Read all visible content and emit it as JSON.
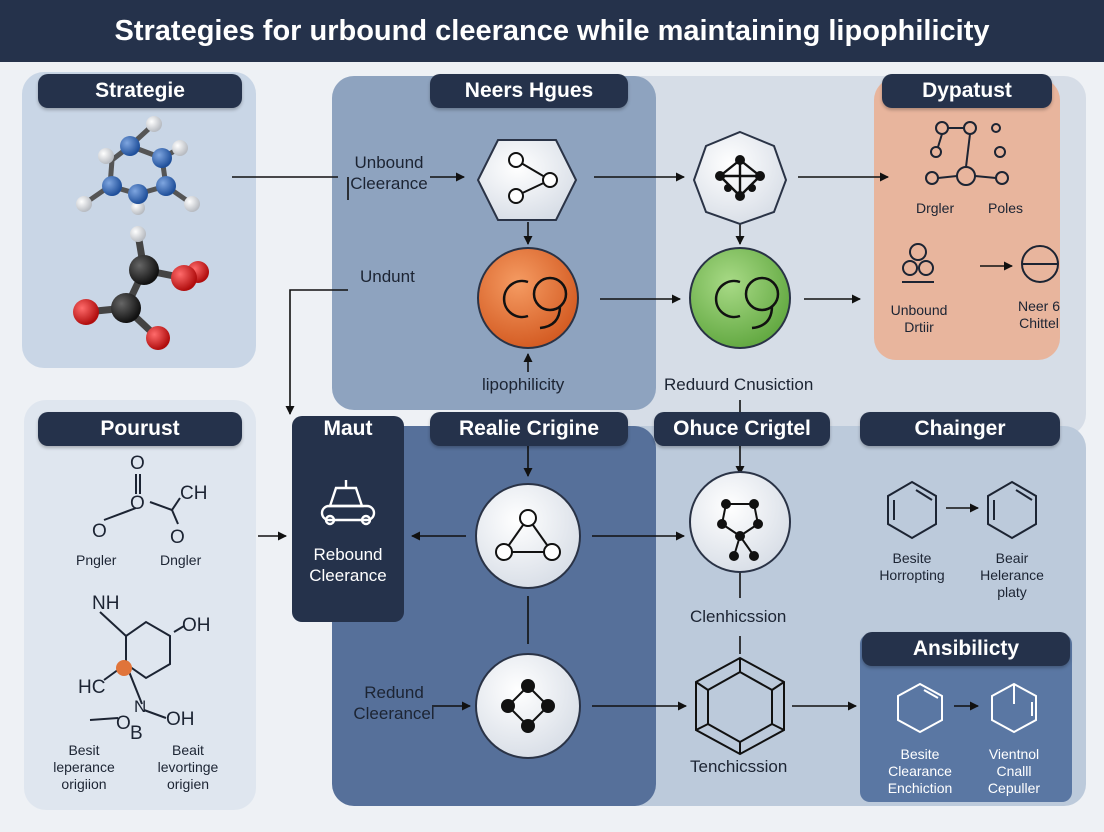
{
  "header": {
    "title": "Strategies for urbound cleerance while maintaining lipophilicity"
  },
  "sections": {
    "strategie": "Strategie",
    "neers": "Neers Hgues",
    "dypatust": "Dypatust",
    "pourust": "Pourust",
    "maut": "Maut",
    "realie": "Realie Crigine",
    "ohuce": "Ohuce Crigtel",
    "chainger": "Chainger",
    "ansibilicty": "Ansibilicty"
  },
  "flow_labels": {
    "unbound_clearance": "Unbound\nCleerance",
    "undunt": "Undunt",
    "lipophilicity": "lipophilicity",
    "reduurd": "Reduurd Cnusiction",
    "rebound": "Rebound\nCleerance",
    "clenhicssion": "Clenhicssion",
    "redund": "Redund\nClеerancel",
    "tenchicssion": "Tenchicssion"
  },
  "dypatust_labels": {
    "drgler": "Drgler",
    "poles": "Poles",
    "unbound_drtiir": "Unbound\nDrtiir",
    "neer_chittel": "Neer 6\nChittel"
  },
  "pourust_labels": {
    "o1": "O",
    "o2": "O",
    "ch": "CH",
    "o3": "O",
    "o4": "O",
    "pngler": "Pngler",
    "dngler": "Dngler",
    "nh": "NH",
    "oh1": "OH",
    "hc": "HC",
    "n": "N",
    "oh2": "OH",
    "ob": "O",
    "b": "B",
    "besit_left": "Besit\nleperance\norigiion",
    "beait_left": "Beait\nlevortinge\norigien"
  },
  "chainger_labels": {
    "besite": "Besite\nHorropting",
    "beair": "Beair\nHelerance\nplaty"
  },
  "ansibilicty_labels": {
    "besite": "Besite\nClearance\nEnchiction",
    "vientnol": "Vientnol\nCnalll\nCepuller"
  },
  "colors": {
    "navy": "#25324b",
    "orange_node": "#e0743a",
    "green_node": "#7cc05a",
    "peach_panel": "#e8b59d",
    "blue_panel": "#6e85a6",
    "dark_panel": "#50698f"
  }
}
